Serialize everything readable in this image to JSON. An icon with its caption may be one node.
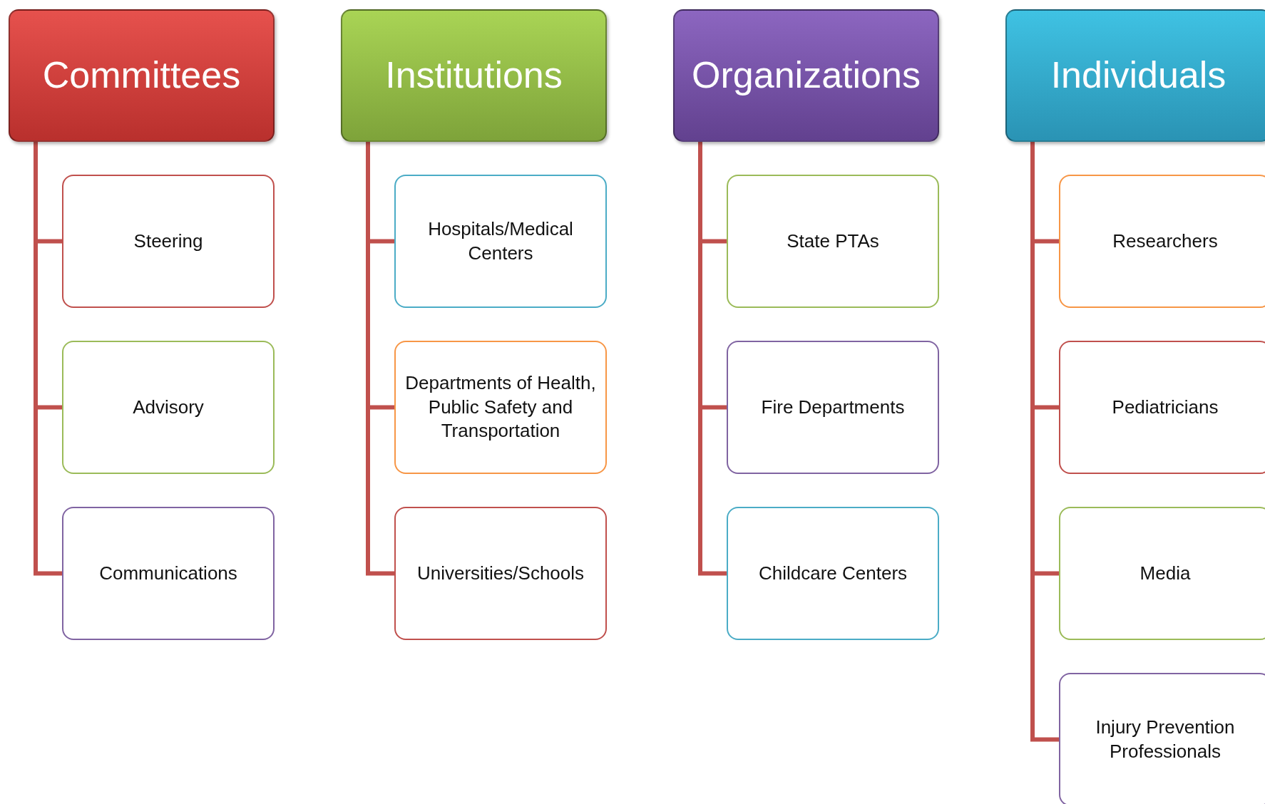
{
  "diagram": {
    "nodes": [
      {
        "text": [
          "Committees"
        ]
      },
      {
        "text": [
          "Steering"
        ]
      },
      {
        "text": [
          "Advisory"
        ]
      },
      {
        "text": [
          "Communications"
        ]
      },
      {
        "text": [
          "Institutions"
        ]
      },
      {
        "text": [
          "Hospitals/Medical Centers"
        ]
      },
      {
        "text": [
          "Departments of Health, Public Safety and Transportation"
        ]
      },
      {
        "text": [
          "Universities/Schools"
        ]
      },
      {
        "text": [
          "Organizations"
        ]
      },
      {
        "text": [
          "State PTAs"
        ]
      },
      {
        "text": [
          "Fire Departments"
        ]
      },
      {
        "text": [
          "Childcare Centers"
        ]
      },
      {
        "text": [
          "Individuals"
        ]
      },
      {
        "text": [
          "Researchers"
        ]
      },
      {
        "text": [
          "Pediatricians"
        ]
      },
      {
        "text": [
          "Media"
        ]
      },
      {
        "text": [
          "Injury Prevention Professionals"
        ]
      }
    ],
    "edges": [
      {
        "from": 0,
        "to": 1,
        "arrow": "none"
      },
      {
        "from": 0,
        "to": 2,
        "arrow": "none"
      },
      {
        "from": 0,
        "to": 3,
        "arrow": "none"
      },
      {
        "from": 4,
        "to": 5,
        "arrow": "none"
      },
      {
        "from": 4,
        "to": 6,
        "arrow": "none"
      },
      {
        "from": 4,
        "to": 7,
        "arrow": "none"
      },
      {
        "from": 8,
        "to": 9,
        "arrow": "none"
      },
      {
        "from": 8,
        "to": 10,
        "arrow": "none"
      },
      {
        "from": 8,
        "to": 11,
        "arrow": "none"
      },
      {
        "from": 12,
        "to": 13,
        "arrow": "none"
      },
      {
        "from": 12,
        "to": 14,
        "arrow": "none"
      },
      {
        "from": 12,
        "to": 15,
        "arrow": "none"
      },
      {
        "from": 12,
        "to": 16,
        "arrow": "none"
      }
    ]
  }
}
